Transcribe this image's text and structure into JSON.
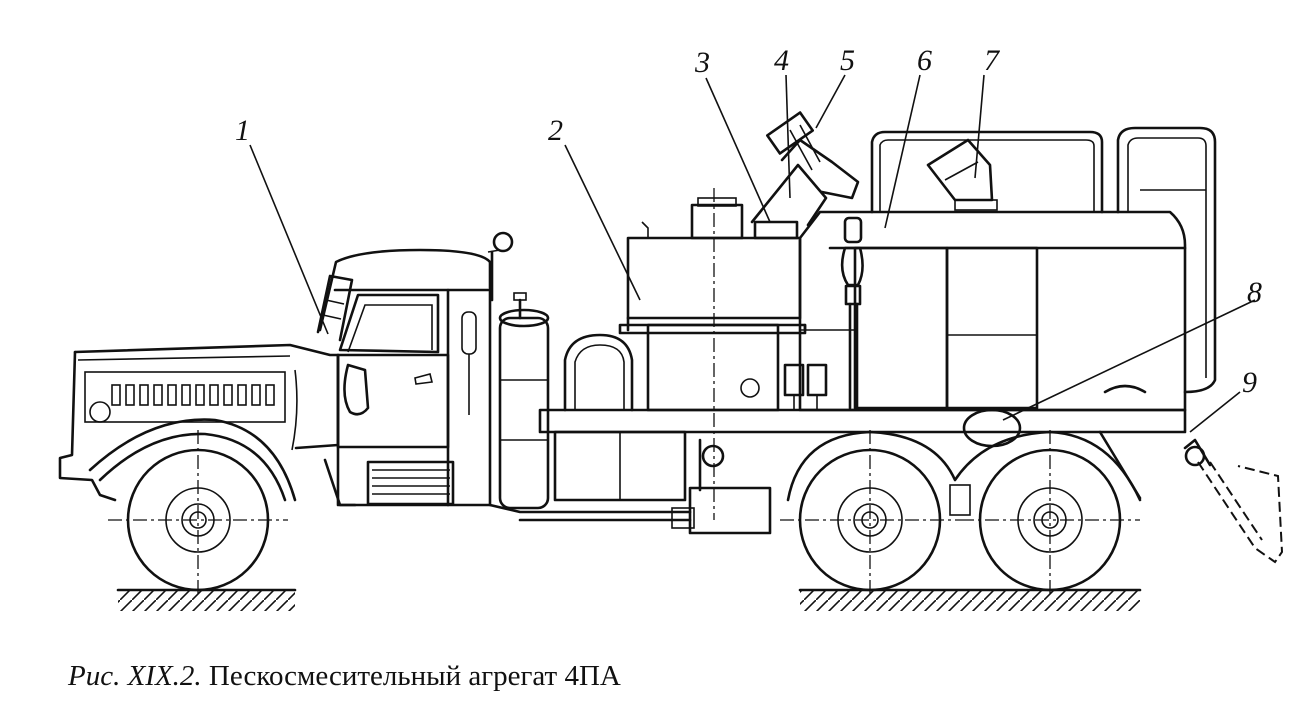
{
  "figure": {
    "callouts": [
      "1",
      "2",
      "3",
      "4",
      "5",
      "6",
      "7",
      "8",
      "9"
    ],
    "caption_prefix": "Рис. XIX.2.",
    "caption_text": "Пескосмесительный агрегат 4ПА"
  }
}
